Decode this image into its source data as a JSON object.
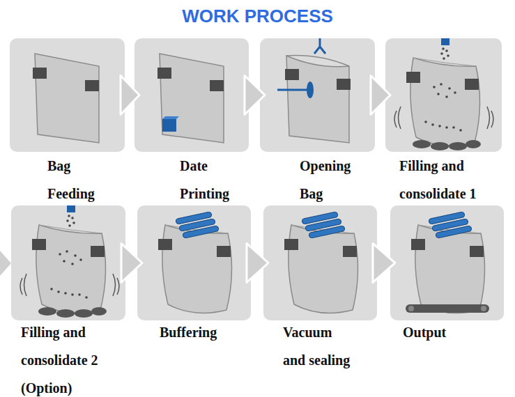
{
  "diagram": {
    "title": "WORK PROCESS",
    "nodes": [
      {
        "text": [
          "Bag Feeding"
        ]
      },
      {
        "text": [
          "Date Printing"
        ]
      },
      {
        "text": [
          "Opening Bag"
        ]
      },
      {
        "text": [
          "Filling and consolidate 1"
        ]
      },
      {
        "text": [
          "Filling and consolidate 2 (Option)"
        ]
      },
      {
        "text": [
          "Buffering"
        ]
      },
      {
        "text": [
          "Vacuum and sealing"
        ]
      },
      {
        "text": [
          "Output"
        ]
      }
    ],
    "edges": [
      {
        "from": 0,
        "to": 1,
        "arrow": "to"
      },
      {
        "from": 1,
        "to": 2,
        "arrow": "to"
      },
      {
        "from": 2,
        "to": 3,
        "arrow": "to"
      },
      {
        "from": 4,
        "to": 5,
        "arrow": "to"
      },
      {
        "from": 5,
        "to": 6,
        "arrow": "to"
      },
      {
        "from": 6,
        "to": 7,
        "arrow": "to"
      }
    ]
  }
}
